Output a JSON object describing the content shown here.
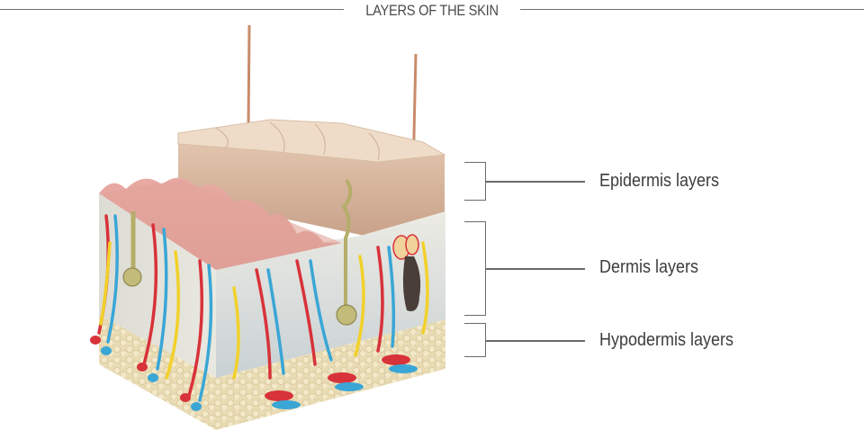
{
  "header": {
    "title": "LAYERS OF THE SKIN"
  },
  "labels": [
    {
      "id": "epidermis",
      "text": "Epidermis layers"
    },
    {
      "id": "dermis",
      "text": "Dermis layers"
    },
    {
      "id": "hypodermis",
      "text": "Hypodermis layers"
    }
  ],
  "colors": {
    "epidermis": "#d9b59a",
    "dermis": "#dfe0dc",
    "hypodermis": "#eadcb6",
    "artery": "#d8323a",
    "vein": "#3aa6d6",
    "nerve": "#f2d12a",
    "gland": "#b5ae6a",
    "line": "#6a6a6a"
  }
}
